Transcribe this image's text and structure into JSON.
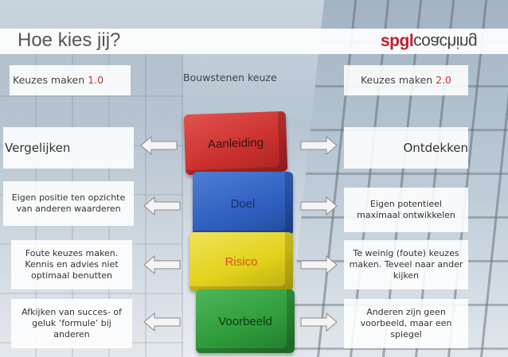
{
  "slide": {
    "title": "Hoe kies jij?",
    "logo": {
      "brand": "spgl",
      "mirrored": "coaching"
    },
    "headers": {
      "left_prefix": "Keuzes maken ",
      "left_version": "1.0",
      "center": "Bouwstenen keuze",
      "right_prefix": "Keuzes maken ",
      "right_version": "2.0"
    },
    "rows": [
      {
        "left": "Vergelijken",
        "block": "Aanleiding",
        "right": "Ontdekken"
      },
      {
        "left": "Eigen positie ten opzichte van anderen waarderen",
        "block": "Doel",
        "right": "Eigen potentieel maximaal ontwikkelen"
      },
      {
        "left": "Foute keuzes maken. Kennis en advies niet optimaal benutten",
        "block": "Risico",
        "right": "Te weinig (foute) keuzes maken. Teveel naar ander kijken"
      },
      {
        "left": "Afkijken van succes- of geluk ‘formule’ bij anderen",
        "block": "Voorbeeld",
        "right": "Anderen zijn geen voorbeeld, maar een spiegel"
      }
    ],
    "colors": {
      "accent": "#c0392b",
      "red_block": "#d83a38",
      "blue_block": "#2f5fbf",
      "yellow_block": "#e3d21c",
      "green_block": "#2f9a3a"
    }
  }
}
